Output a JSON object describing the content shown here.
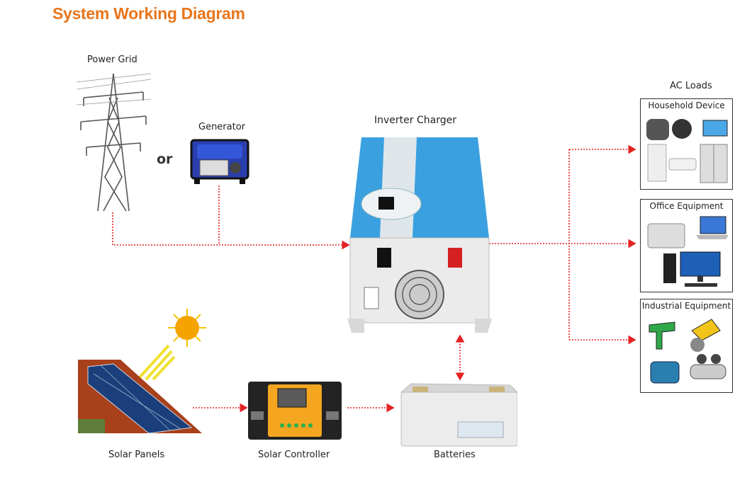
{
  "title": "System Working Diagram",
  "labels": {
    "power_grid": "Power Grid",
    "generator": "Generator",
    "or": "or",
    "inverter_charger": "Inverter Charger",
    "ac_loads": "AC Loads",
    "solar_panels": "Solar Panels",
    "solar_controller": "Solar Controller",
    "batteries": "Batteries"
  },
  "load_groups": [
    {
      "title": "Household Device"
    },
    {
      "title": "Office Equipment"
    },
    {
      "title": "Industrial Equipment"
    }
  ],
  "colors": {
    "title": "#e8761c",
    "flow_arrow": "#e32222",
    "inverter_body": "#3aa0e0",
    "panel_frame": "#333333"
  }
}
